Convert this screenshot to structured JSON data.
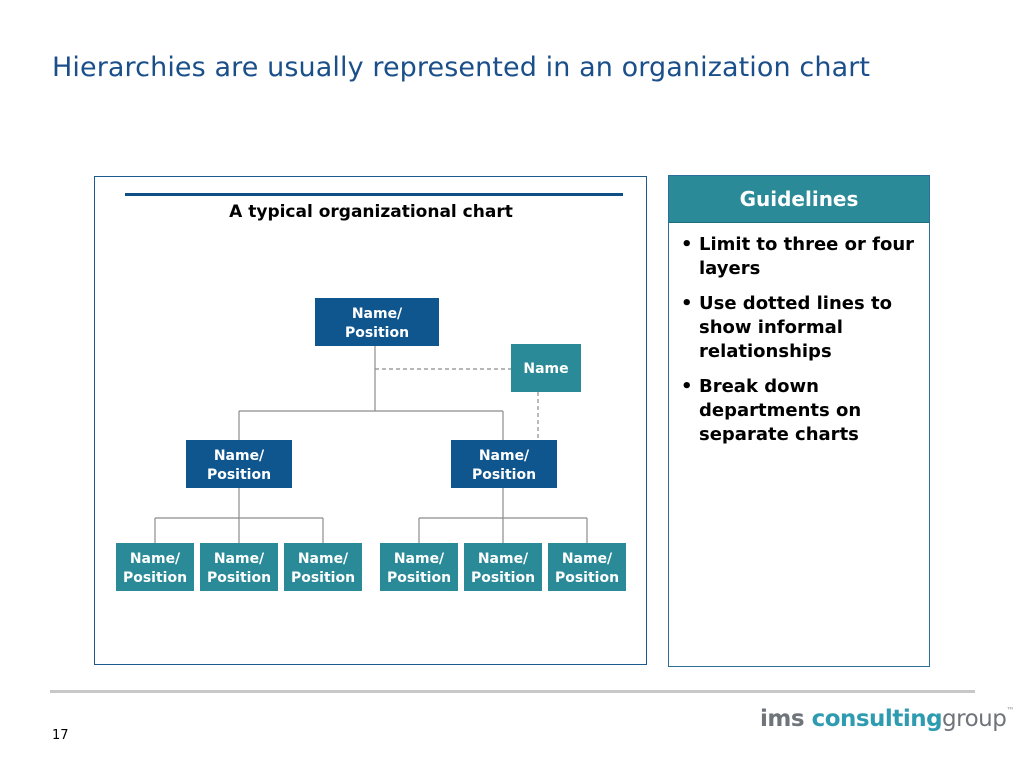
{
  "slide": {
    "title": "Hierarchies are usually represented in an organization chart",
    "page_number": "17"
  },
  "chart": {
    "title": "A typical organizational chart",
    "nodes": {
      "top": [
        "Name/",
        "Position"
      ],
      "side": [
        "Name"
      ],
      "mid_left": [
        "Name/",
        "Position"
      ],
      "mid_right": [
        "Name/",
        "Position"
      ],
      "leaf_1": [
        "Name/",
        "Position"
      ],
      "leaf_2": [
        "Name/",
        "Position"
      ],
      "leaf_3": [
        "Name/",
        "Position"
      ],
      "leaf_4": [
        "Name/",
        "Position"
      ],
      "leaf_5": [
        "Name/",
        "Position"
      ],
      "leaf_6": [
        "Name/",
        "Position"
      ]
    }
  },
  "guidelines": {
    "header": "Guidelines",
    "items": [
      "Limit to three or four layers",
      "Use dotted lines to show informal relationships",
      "Break down departments on separate charts"
    ],
    "bullet": "•"
  },
  "logo": {
    "part1": "ims",
    "part2": "consulting",
    "part3": "group",
    "tm": "™"
  },
  "colors": {
    "title": "#1b4f8a",
    "node_dark": "#0f568f",
    "node_teal": "#2b8a97",
    "connector": "#8c8c8c"
  }
}
